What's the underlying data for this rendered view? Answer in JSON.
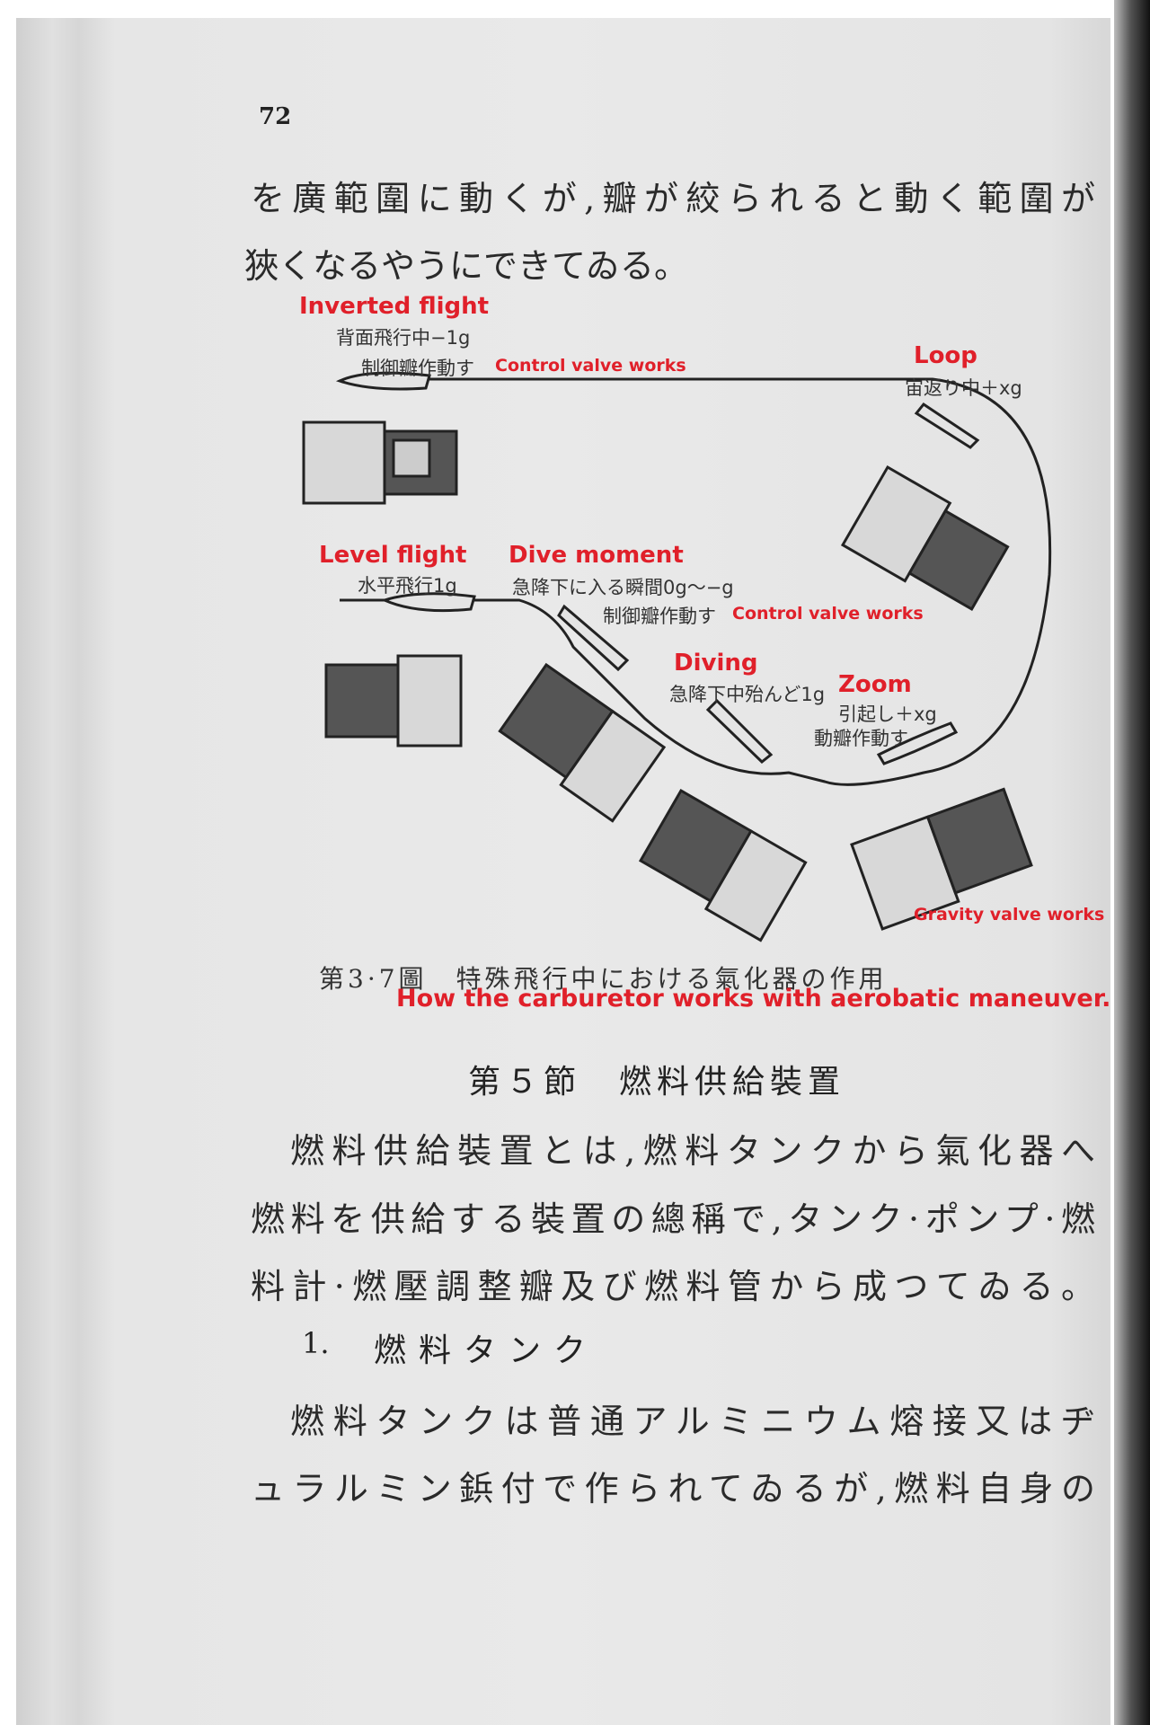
{
  "page_number": "72",
  "top_text": [
    "を廣範圍に動くが,瓣が絞られると動く範圍が",
    "狹くなるやうにできてゐる。"
  ],
  "figure": {
    "inverted": {
      "en": "Inverted flight",
      "jp": "背面飛行中−1g",
      "jp2": "制御瓣作動す",
      "en2": "Control valve works"
    },
    "loop": {
      "en": "Loop",
      "jp": "宙返り中＋xg"
    },
    "level": {
      "en": "Level flight",
      "jp": "水平飛行1g"
    },
    "dive_moment": {
      "en": "Dive moment",
      "jp": "急降下に入る瞬間0g〜−g",
      "jp2": "制御瓣作動す",
      "en2": "Control valve works"
    },
    "diving": {
      "en": "Diving",
      "jp": "急降下中殆んど1g"
    },
    "zoom": {
      "en": "Zoom",
      "jp": "引起し＋xg",
      "jp2": "動瓣作動す"
    },
    "gravity": {
      "en": "Gravity valve works"
    },
    "caption_jp": "第3·7圖　特殊飛行中における氣化器の作用",
    "caption_en": "How the carburetor works with aerobatic maneuver."
  },
  "section_title": "第５節　燃料供給裝置",
  "body": [
    "燃料供給裝置とは,燃料タンクから氣化器へ",
    "燃料を供給する裝置の總稱で,タンク·ポンプ·燃",
    "料計·燃壓調整瓣及び燃料管から成つてゐる。"
  ],
  "subsection": {
    "number": "1.",
    "title": "燃料タンク"
  },
  "body2": [
    "燃料タンクは普通アルミニウム熔接又はヂ",
    "ュラルミン鋲付で作られてゐるが,燃料自身の"
  ]
}
